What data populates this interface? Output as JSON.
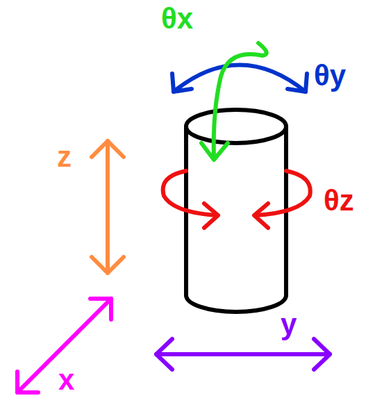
{
  "diagram": {
    "labels": [
      "θx",
      "θy",
      "z",
      "θz",
      "y",
      "x"
    ]
  }
}
